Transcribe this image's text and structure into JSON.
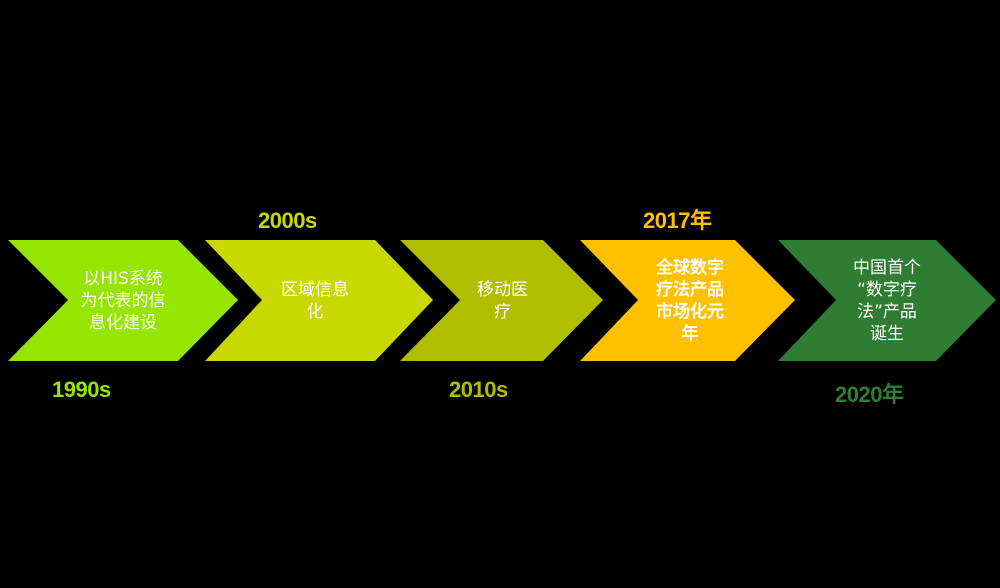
{
  "stages": [
    {
      "year": "1990s",
      "year_position": "below",
      "color": "#95E500",
      "year_color": "#95E500",
      "text_lines": [
        "以HIS系统",
        "为代表的信",
        "息化建设"
      ],
      "bold": false
    },
    {
      "year": "2000s",
      "year_position": "above",
      "color": "#C9D800",
      "year_color": "#C9D800",
      "text_lines": [
        "区域信息",
        "化"
      ],
      "bold": false
    },
    {
      "year": "2010s",
      "year_position": "below",
      "color": "#B1BE00",
      "year_color": "#B1BE00",
      "text_lines": [
        "移动医",
        "疗"
      ],
      "bold": false
    },
    {
      "year": "2017年",
      "year_position": "above",
      "color": "#FFC000",
      "year_color": "#FFC000",
      "text_lines": [
        "全球数字",
        "疗法产品",
        "市场化元",
        "年"
      ],
      "bold": true
    },
    {
      "year": "2020年",
      "year_position": "below",
      "color": "#2E7D32",
      "year_color": "#2E7D32",
      "text_lines": [
        "中国首个",
        "“数字疗",
        "法”产品",
        "诞生"
      ],
      "bold": false
    }
  ]
}
